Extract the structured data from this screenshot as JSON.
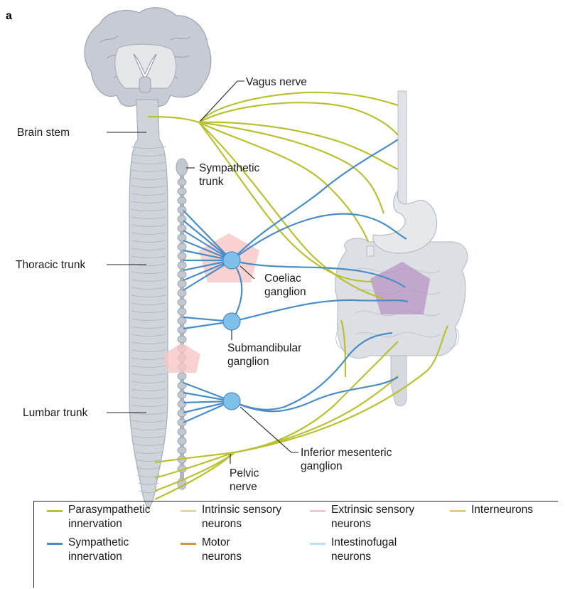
{
  "panel_label": "a",
  "labels": {
    "vagus": "Vagus nerve",
    "brainstem": "Brain stem",
    "sympathetic_trunk": "Sympathetic\ntrunk",
    "thoracic": "Thoracic trunk",
    "coeliac": "Coeliac\nganglion",
    "submandibular": "Submandibular\nganglion",
    "lumbar": "Lumbar trunk",
    "inferior_mesenteric": "Inferior mesenteric\nganglion",
    "pelvic": "Pelvic\nnerve"
  },
  "colors": {
    "parasympathetic": "#b9c131",
    "sympathetic": "#4a8dc6",
    "ganglion": "#7fc0ea",
    "intrinsic_sensory": "#ecd88a",
    "extrinsic_sensory": "#f7c6c6",
    "interneurons": "#eec77a",
    "motor": "#c39a3c",
    "intestinofugal": "#b8e0f2",
    "tissue": "#d5d8de",
    "tissue_dark": "#b9bdc6",
    "enteric_pentagon": "#b48ec0"
  },
  "legend": [
    {
      "label": "Parasympathetic\ninnervation",
      "color_key": "parasympathetic"
    },
    {
      "label": "Intrinsic sensory\nneurons",
      "color_key": "intrinsic_sensory"
    },
    {
      "label": "Extrinsic sensory\nneurons",
      "color_key": "extrinsic_sensory"
    },
    {
      "label": "Interneurons",
      "color_key": "interneurons"
    },
    {
      "label": "Sympathetic\ninnervation",
      "color_key": "sympathetic"
    },
    {
      "label": "Motor\nneurons",
      "color_key": "motor"
    },
    {
      "label": "Intestinofugal\nneurons",
      "color_key": "intestinofugal"
    }
  ]
}
